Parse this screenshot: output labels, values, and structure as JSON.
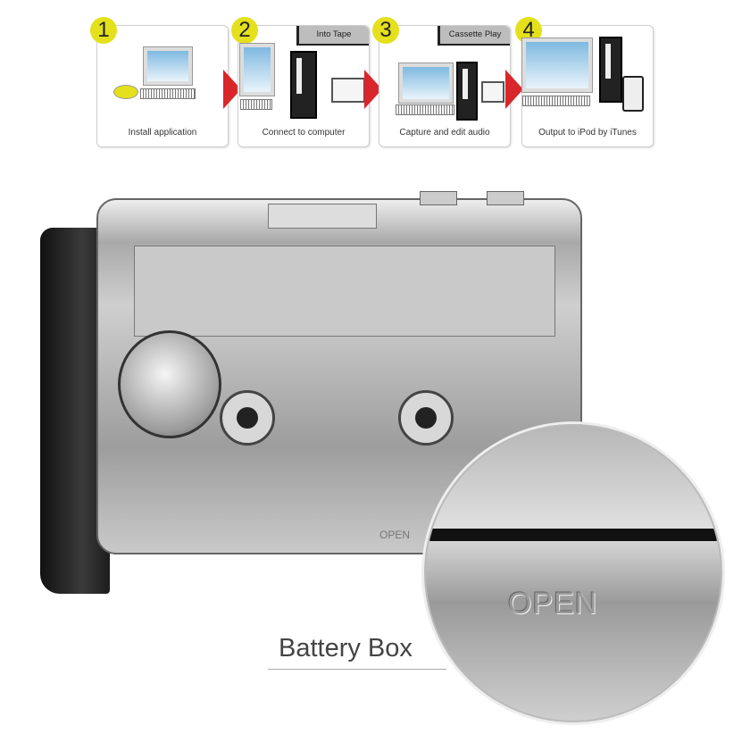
{
  "steps": [
    {
      "number": "1",
      "caption": "Install application",
      "tag": ""
    },
    {
      "number": "2",
      "caption": "Connect to computer",
      "tag": "Into Tape"
    },
    {
      "number": "3",
      "caption": "Capture and edit audio",
      "tag": "Cassette Play"
    },
    {
      "number": "4",
      "caption": "Output to iPod by iTunes",
      "tag": ""
    }
  ],
  "photo": {
    "open_label": "OPEN",
    "callout_label": "Battery Box"
  },
  "colors": {
    "step_number_bg": "#e4e01c",
    "arrow": "#d8262a"
  }
}
